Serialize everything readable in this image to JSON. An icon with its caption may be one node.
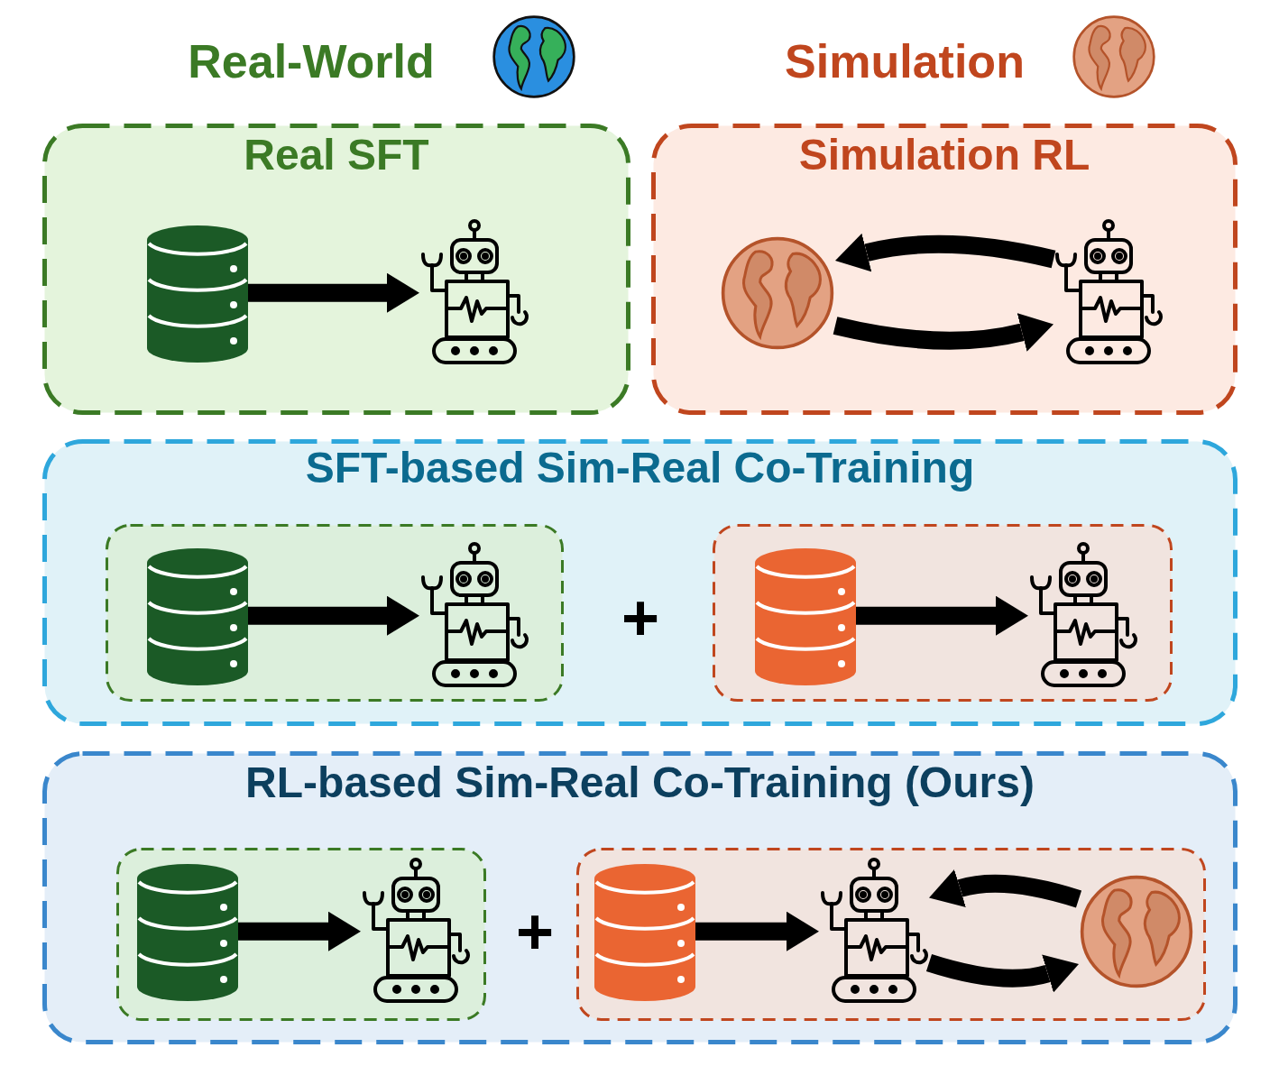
{
  "diagram": {
    "nodes": [
      {
        "text": [
          "Real SFT"
        ]
      },
      {
        "text": [],
        "shape": "cylinder",
        "in": 0
      },
      {
        "text": [],
        "shape": "picture",
        "in": 0
      },
      {
        "text": [
          "Simulation RL"
        ]
      },
      {
        "text": [],
        "shape": "picture",
        "in": 3
      },
      {
        "text": [],
        "shape": "picture",
        "in": 3
      },
      {
        "text": [
          "SFT-based Sim-Real Co-Training"
        ]
      },
      {
        "text": [],
        "shape": "box",
        "in": 6
      },
      {
        "text": [],
        "shape": "cylinder",
        "in": 7
      },
      {
        "text": [],
        "shape": "picture",
        "in": 7
      },
      {
        "text": [],
        "shape": "box",
        "in": 6
      },
      {
        "text": [],
        "shape": "cylinder",
        "in": 10
      },
      {
        "text": [],
        "shape": "picture",
        "in": 10
      },
      {
        "text": [
          "RL-based Sim-Real Co-Training (Ours)"
        ]
      },
      {
        "text": [],
        "shape": "box",
        "in": 13
      },
      {
        "text": [],
        "shape": "cylinder",
        "in": 14
      },
      {
        "text": [],
        "shape": "picture",
        "in": 14
      },
      {
        "text": [],
        "shape": "box",
        "in": 13
      },
      {
        "text": [],
        "shape": "cylinder",
        "in": 17
      },
      {
        "text": [],
        "shape": "picture",
        "in": 17
      },
      {
        "text": [],
        "shape": "picture",
        "in": 17
      }
    ],
    "edges": [
      {
        "from": 1,
        "to": 2,
        "arrow": "to"
      },
      {
        "from": 5,
        "to": 4,
        "arrow": "to"
      },
      {
        "from": 4,
        "to": 5,
        "arrow": "to"
      },
      {
        "from": 8,
        "to": 9,
        "arrow": "to"
      },
      {
        "from": 11,
        "to": 12,
        "arrow": "to"
      },
      {
        "from": 15,
        "to": 16,
        "arrow": "to"
      },
      {
        "from": 18,
        "to": 19,
        "arrow": "to"
      },
      {
        "from": 20,
        "to": 19,
        "arrow": "to"
      },
      {
        "from": 19,
        "to": 20,
        "arrow": "to"
      }
    ],
    "labels": [
      "Real-World",
      "Simulation",
      "+",
      "+"
    ]
  }
}
